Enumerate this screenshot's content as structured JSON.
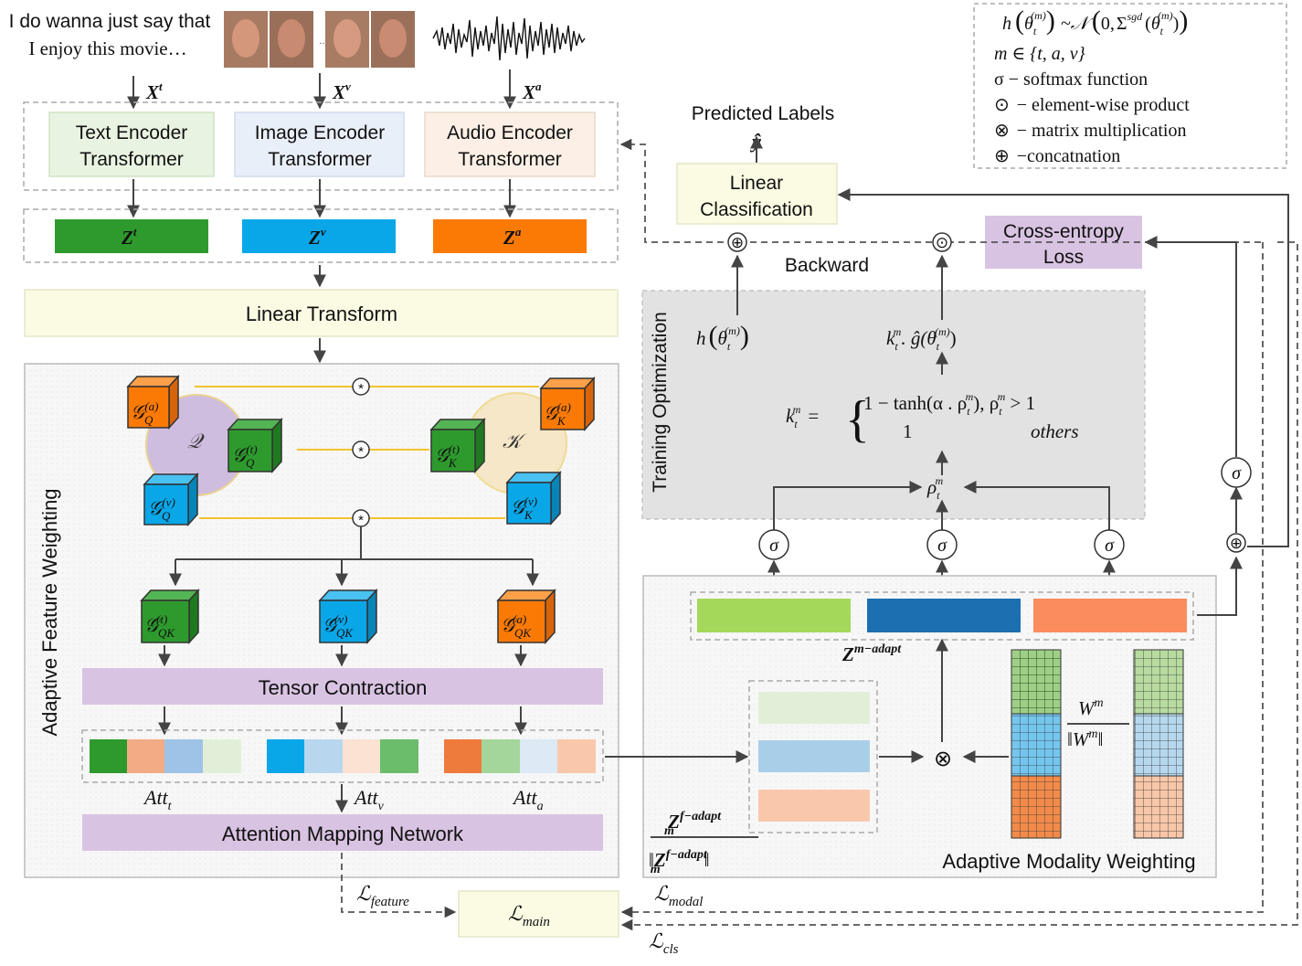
{
  "input": {
    "text_line1": "I do wanna just say that",
    "text_line2": "I enjoy this movie…",
    "ellipsis": "…",
    "x_text": "X",
    "x_text_sup": "t",
    "x_image": "X",
    "x_image_sup": "v",
    "x_audio": "X",
    "x_audio_sup": "a"
  },
  "encoders": {
    "text_line1": "Text Encoder",
    "text_line2": "Transformer",
    "image_line1": "Image Encoder",
    "image_line2": "Transformer",
    "audio_line1": "Audio Encoder",
    "audio_line2": "Transformer"
  },
  "features": {
    "z_text": "Z",
    "z_text_sup": "t",
    "z_image": "Z",
    "z_image_sup": "v",
    "z_audio": "Z",
    "z_audio_sup": "a"
  },
  "linear_transform": "Linear Transform",
  "afw": {
    "title": "Adaptive Feature Weighting",
    "q_label": "𝒬",
    "k_label": "𝒦",
    "g_symbol": "𝒢",
    "q_a": "Q",
    "q_a_sup": "(a)",
    "q_t": "Q",
    "q_t_sup": "(t)",
    "q_v": "Q",
    "q_v_sup": "(v)",
    "k_a": "K",
    "k_a_sup": "(a)",
    "k_t": "K",
    "k_t_sup": "(t)",
    "k_v": "K",
    "k_v_sup": "(v)",
    "qk_t": "QK",
    "qk_t_sup": "(t)",
    "qk_v": "QK",
    "qk_v_sup": "(v)",
    "qk_a": "QK",
    "qk_a_sup": "(a)",
    "star": "*",
    "tensor_contraction": "Tensor Contraction",
    "att_t": "Att",
    "att_t_sub": "t",
    "att_v": "Att",
    "att_v_sub": "v",
    "att_a": "Att",
    "att_a_sub": "a",
    "attention_mapping": "Attention Mapping Network"
  },
  "legend": {
    "h_formula": "h",
    "theta": "θ",
    "sub_t": "t",
    "sup_m_paren": "(m)",
    "dist": "~𝒩",
    "zero": "0,",
    "sigma_sum": "Σ",
    "sgd": "sgd",
    "m_set": "m ∈ {t, a, v}",
    "sigma_line": "σ  − softmax function",
    "odot_line": "− element-wise product",
    "otimes_line": "− matrix multiplication",
    "oplus_line": "−concatnation",
    "odot_sym": "⊙",
    "otimes_sym": "⊗",
    "oplus_sym": "⊕"
  },
  "classification": {
    "predicted_labels": "Predicted Labels",
    "y_hat": "ŷ",
    "linear_line1": "Linear",
    "linear_line2": "Classification",
    "ce_line1": "Cross-entropy",
    "ce_line2": "Loss",
    "backward": "Backward"
  },
  "training_opt": {
    "title": "Training Optimization",
    "h_theta": "h",
    "k_g": "k",
    "k_g_rest": ". ĝ(θ",
    "k_eq": "k",
    "brace": "{",
    "case1": "1 − tanh(α . ρ",
    "case1_cond": ", ρ",
    "gt1": " > 1",
    "case2": "1",
    "others": "others",
    "rho": "ρ",
    "sup_m": "m",
    "sub_t": "t",
    "eq": "=",
    "sigma": "σ",
    "oplus": "⊕",
    "odot": "⊙"
  },
  "amw": {
    "title": "Adaptive Modality Weighting",
    "z_adapt": "Z",
    "z_adapt_sup": "m−adapt",
    "frac_z": "Z",
    "frac_sup": "f−adapt",
    "frac_sub": "m",
    "w": "W",
    "w_sup": "m",
    "otimes": "⊗"
  },
  "losses": {
    "main": "ℒ",
    "main_sub": "main",
    "feature": "ℒ",
    "feature_sub": "feature",
    "modal": "ℒ",
    "modal_sub": "modal",
    "cls": "ℒ",
    "cls_sub": "cls"
  },
  "colors": {
    "text_green": "#2e9a2e",
    "image_blue": "#0aa7e8",
    "audio_orange": "#fb7a06",
    "lavender": "#d9c3e2",
    "pale_yellow": "#fbfbe3",
    "gray_panel": "#e2e2e2",
    "lime": "#a4d85a",
    "dark_blue": "#1c6fb0",
    "salmon": "#fa8c5e",
    "gold_line": "#f3c232"
  }
}
